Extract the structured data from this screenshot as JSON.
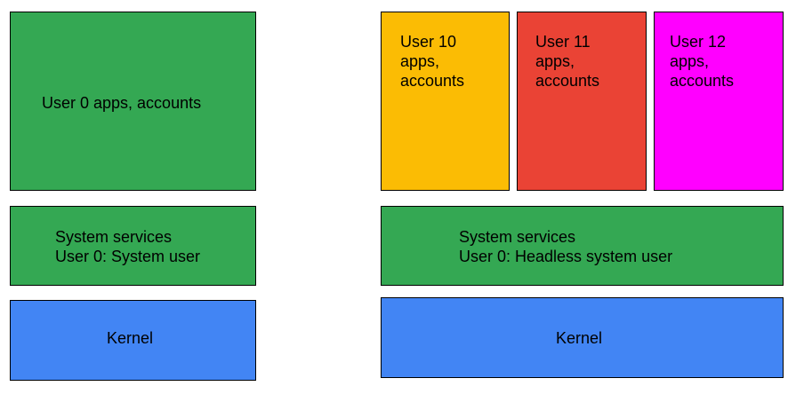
{
  "colors": {
    "green": "#34a853",
    "blue": "#4285f4",
    "yellow": "#fbbc04",
    "red": "#ea4335",
    "magenta": "#ff00ff",
    "border": "#000000"
  },
  "left_stack": {
    "apps": {
      "label": "User 0 apps, accounts"
    },
    "services": {
      "line1": "System services",
      "line2": "User 0: System user"
    },
    "kernel": {
      "label": "Kernel"
    }
  },
  "right_stack": {
    "users": [
      {
        "label": "User 10\napps,\naccounts"
      },
      {
        "label": "User 11\napps,\naccounts"
      },
      {
        "label": "User 12\napps,\naccounts"
      }
    ],
    "services": {
      "line1": "System services",
      "line2": "User 0: Headless system user"
    },
    "kernel": {
      "label": "Kernel"
    }
  }
}
